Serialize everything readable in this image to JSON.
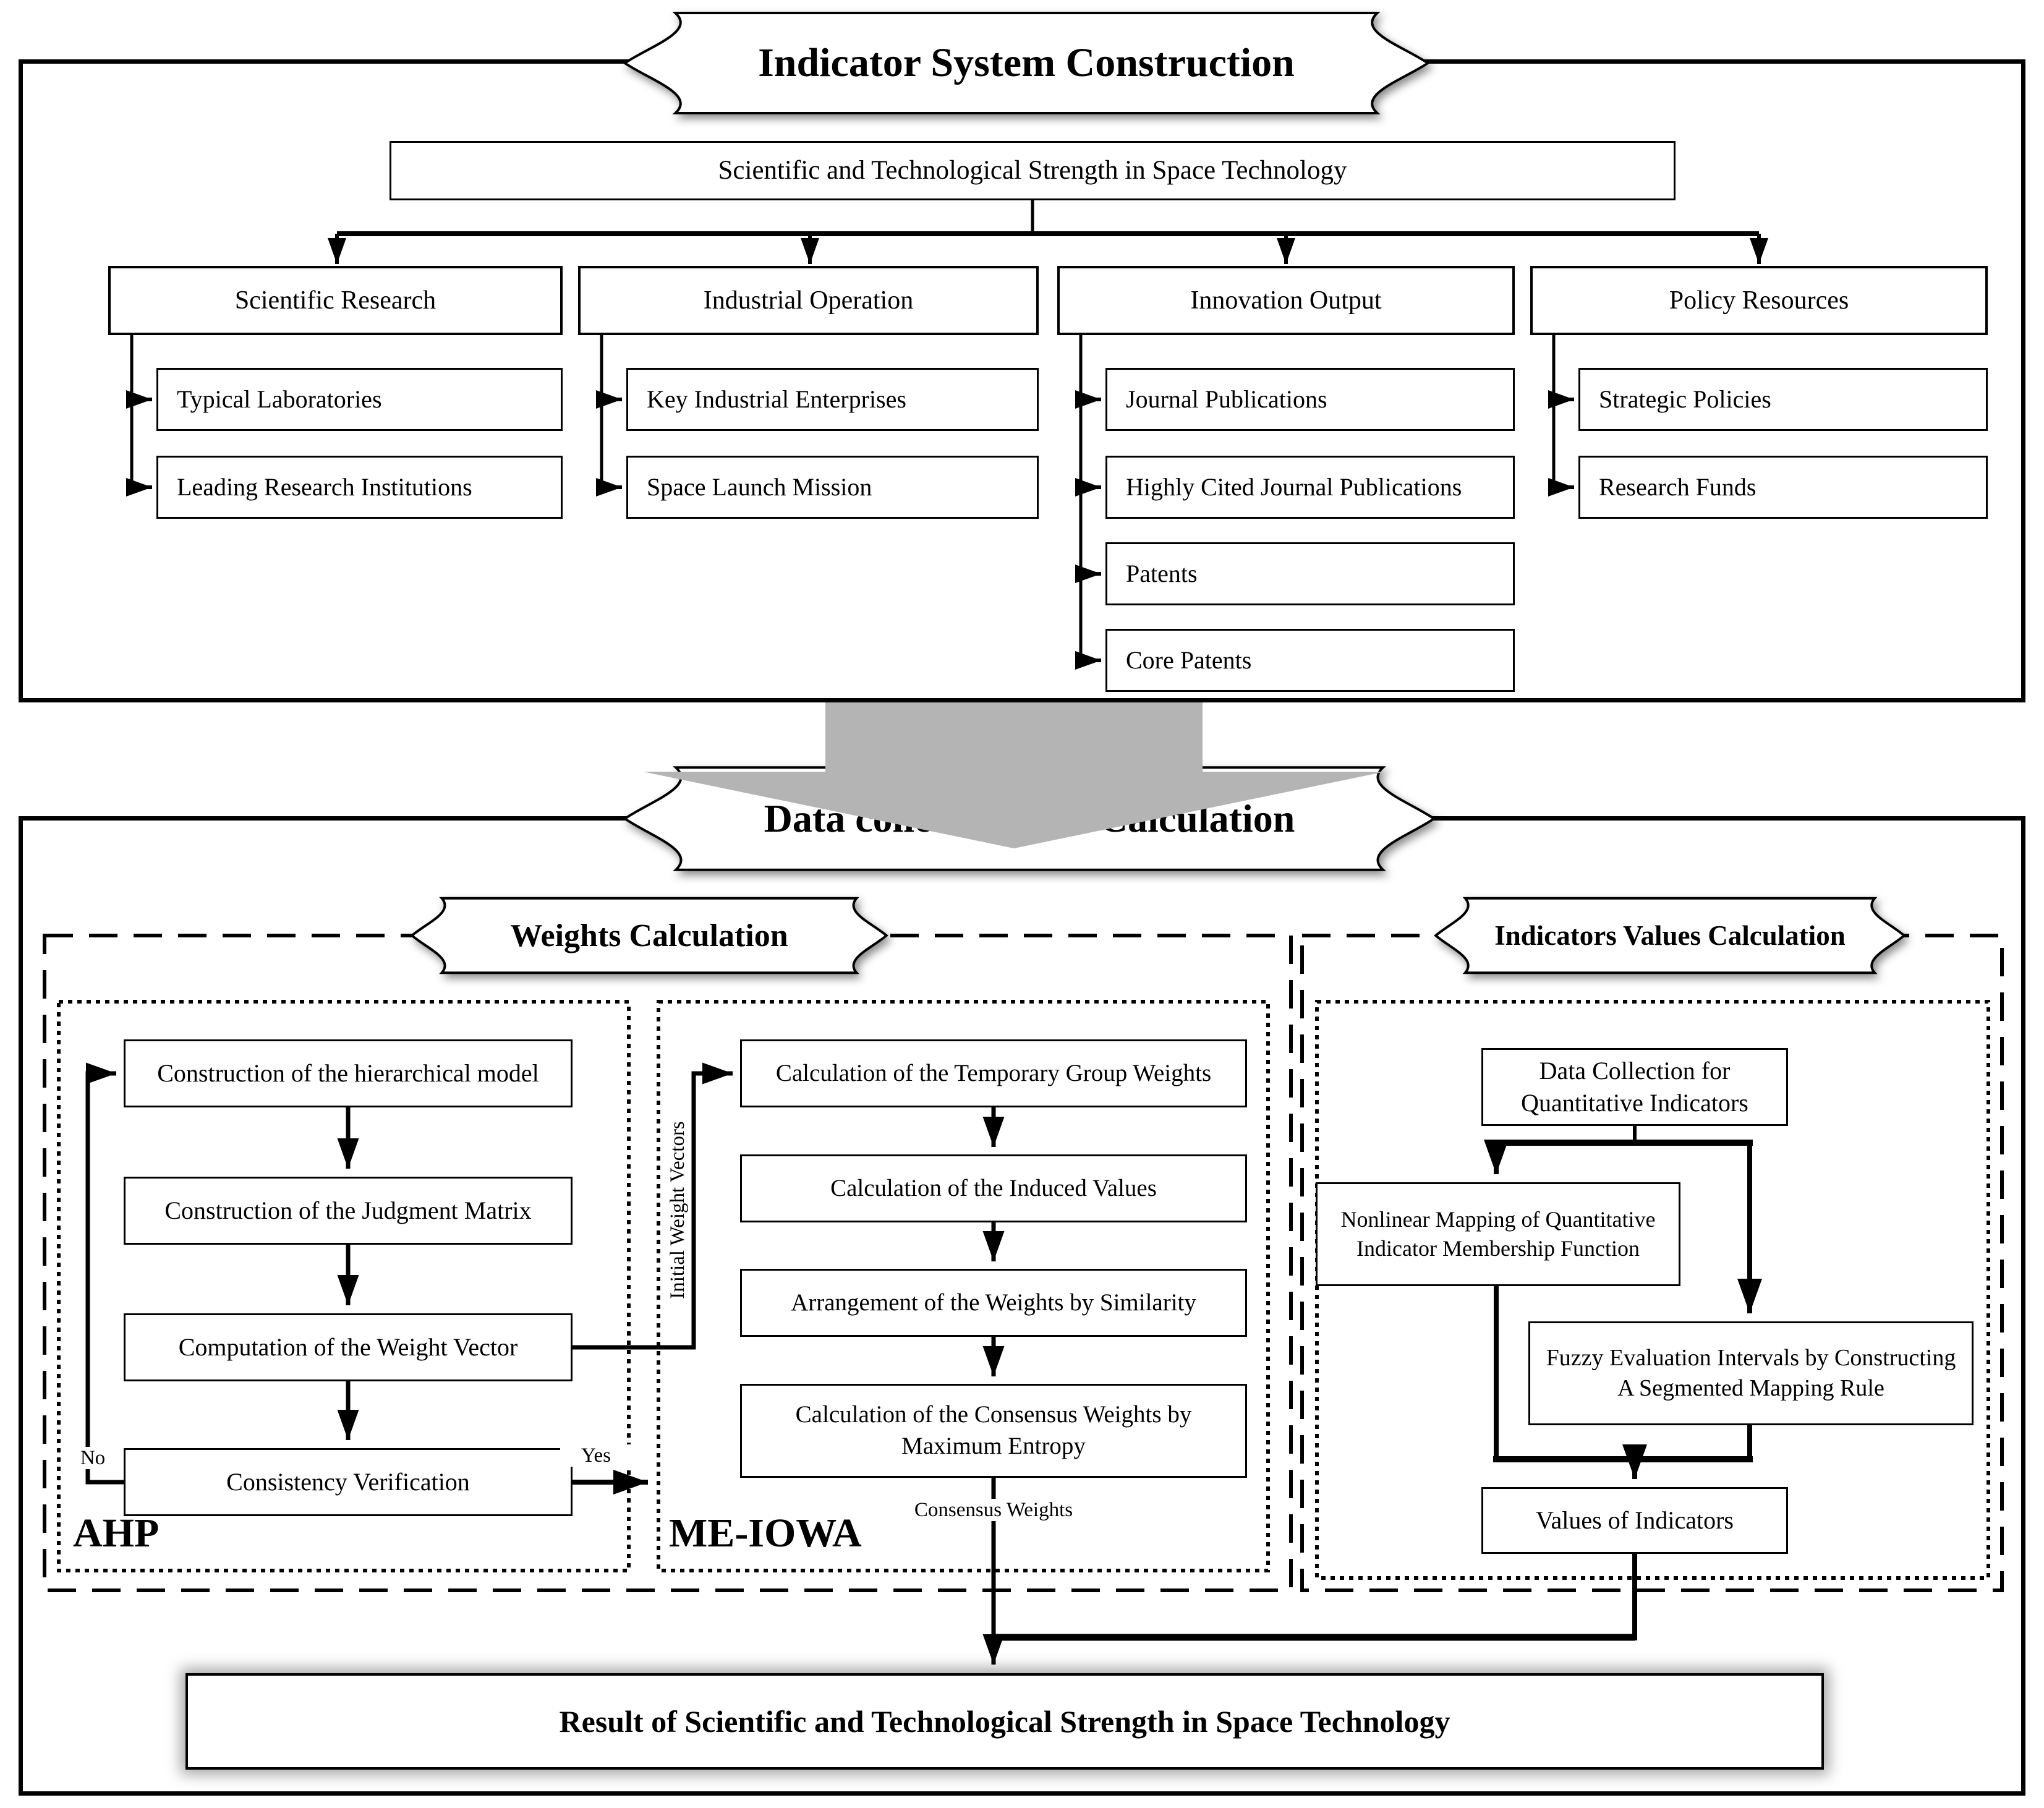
{
  "section1": {
    "banner": "Indicator System Construction",
    "root": "Scientific and Technological Strength in Space Technology",
    "categories": [
      {
        "label": "Scientific Research",
        "children": [
          "Typical Laboratories",
          "Leading Research Institutions"
        ]
      },
      {
        "label": "Industrial Operation",
        "children": [
          "Key Industrial Enterprises",
          "Space Launch Mission"
        ]
      },
      {
        "label": "Innovation Output",
        "children": [
          "Journal Publications",
          "Highly Cited Journal Publications",
          "Patents",
          "Core Patents"
        ]
      },
      {
        "label": "Policy Resources",
        "children": [
          "Strategic Policies",
          "Research Funds"
        ]
      }
    ]
  },
  "section2": {
    "banner": "Data collection and Calculation",
    "weights": {
      "banner": "Weights Calculation",
      "ahp": {
        "label": "AHP",
        "steps": [
          "Construction of the hierarchical model",
          "Construction of the Judgment Matrix",
          "Computation of the Weight Vector",
          "Consistency Verification"
        ],
        "no_label": "No",
        "yes_label": "Yes"
      },
      "meiowa": {
        "label": "ME-IOWA",
        "input_label": "Initial Weight Vectors",
        "output_label": "Consensus Weights",
        "steps": [
          "Calculation of the Temporary Group Weights",
          "Calculation of the Induced Values",
          "Arrangement of the Weights by Similarity",
          "Calculation of the Consensus Weights by Maximum Entropy"
        ]
      }
    },
    "indicators": {
      "banner": "Indicators Values Calculation",
      "collect": "Data Collection for Quantitative Indicators",
      "nonlinear": "Nonlinear Mapping of Quantitative Indicator Membership Function",
      "fuzzy": "Fuzzy Evaluation Intervals by Constructing A Segmented Mapping Rule",
      "values": "Values of Indicators"
    },
    "result": "Result of Scientific and Technological Strength in Space Technology"
  },
  "colors": {
    "ink": "#000000",
    "background": "#ffffff",
    "transition_arrow": "#b4b4b4"
  }
}
